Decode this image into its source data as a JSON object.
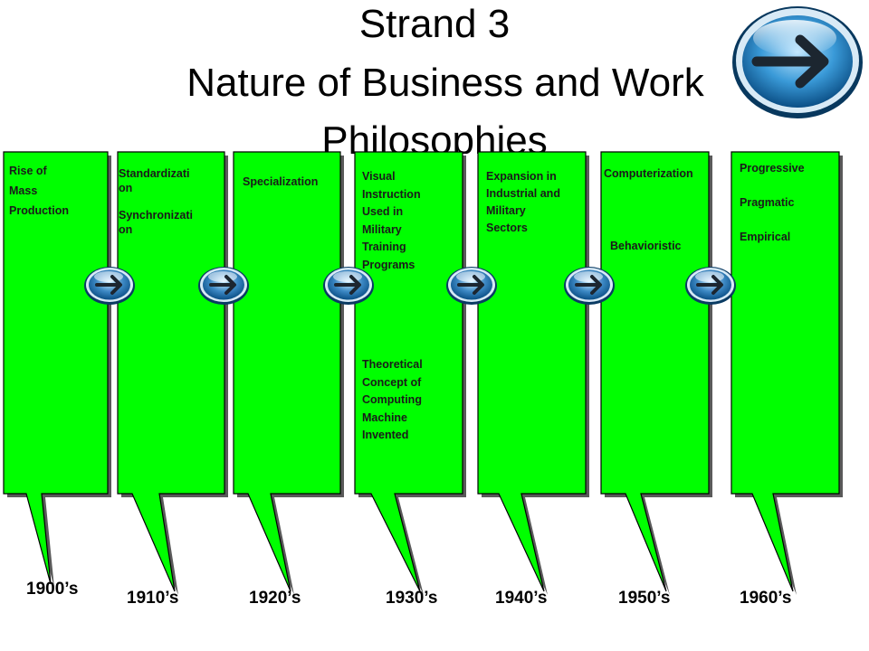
{
  "title": {
    "line1": "Strand 3",
    "line2": "Nature of Business and Work",
    "line3": "Philosophies"
  },
  "decades": [
    {
      "year": "1900’s",
      "lines": [
        "Rise of",
        "Mass",
        "Production"
      ]
    },
    {
      "year": "1910’s",
      "lines": [
        "Standardizati",
        "on",
        "",
        "Synchronizati",
        "on"
      ]
    },
    {
      "year": "1920’s",
      "lines": [
        "Specialization"
      ]
    },
    {
      "year": "1930’s",
      "lines": [
        "Visual",
        "Instruction",
        "Used in",
        "Military",
        "Training",
        "Programs"
      ],
      "lines2": [
        "Theoretical",
        "Concept of",
        "Computing",
        "Machine",
        "Invented"
      ]
    },
    {
      "year": "1940’s",
      "lines": [
        "Expansion in",
        "Industrial and",
        "Military",
        "Sectors"
      ]
    },
    {
      "year": "1950’s",
      "lines": [
        "Computerization"
      ],
      "lines2": [
        "Behavioristic"
      ]
    },
    {
      "year": "1960’s",
      "lines": [
        "Progressive",
        "",
        "Pragmatic",
        "",
        "Empirical"
      ]
    }
  ],
  "icons": {
    "next": "arrow-right-icon"
  },
  "colors": {
    "card": "#00ff00",
    "shadow": "#5a5a5a",
    "arrow_blue": "#3c88c4"
  }
}
